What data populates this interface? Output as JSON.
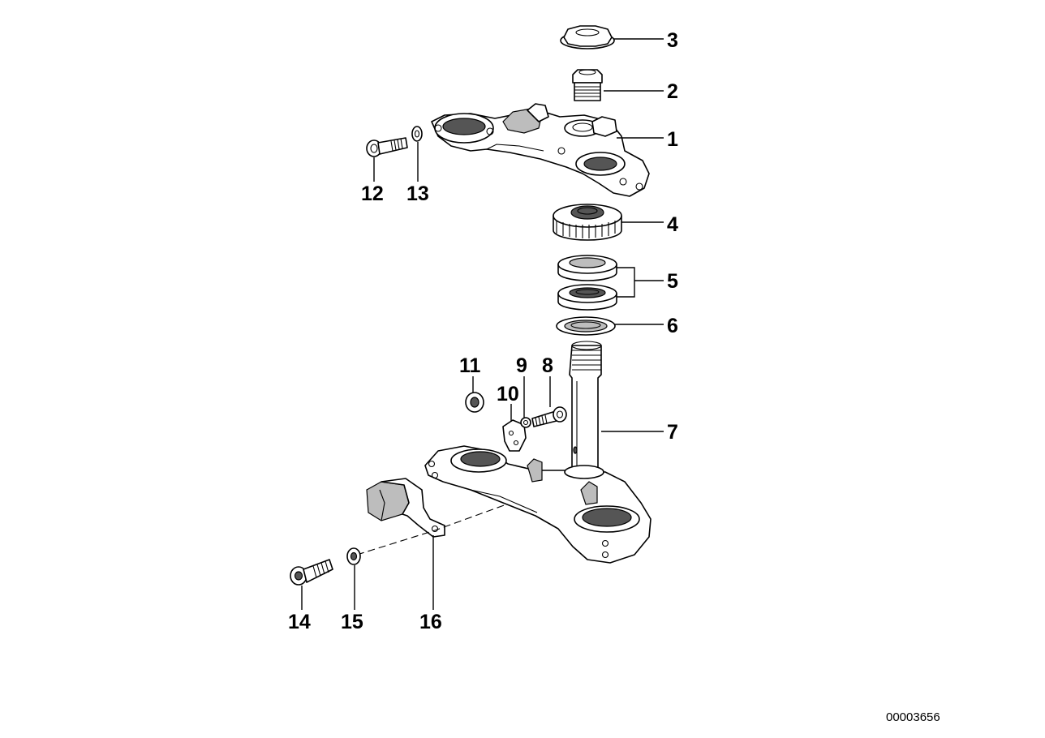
{
  "callouts": {
    "c1": "1",
    "c2": "2",
    "c3": "3",
    "c4": "4",
    "c5": "5",
    "c6": "6",
    "c7": "7",
    "c8": "8",
    "c9": "9",
    "c10": "10",
    "c11": "11",
    "c12": "12",
    "c13": "13",
    "c14": "14",
    "c15": "15",
    "c16": "16"
  },
  "reference_number": "00003656"
}
